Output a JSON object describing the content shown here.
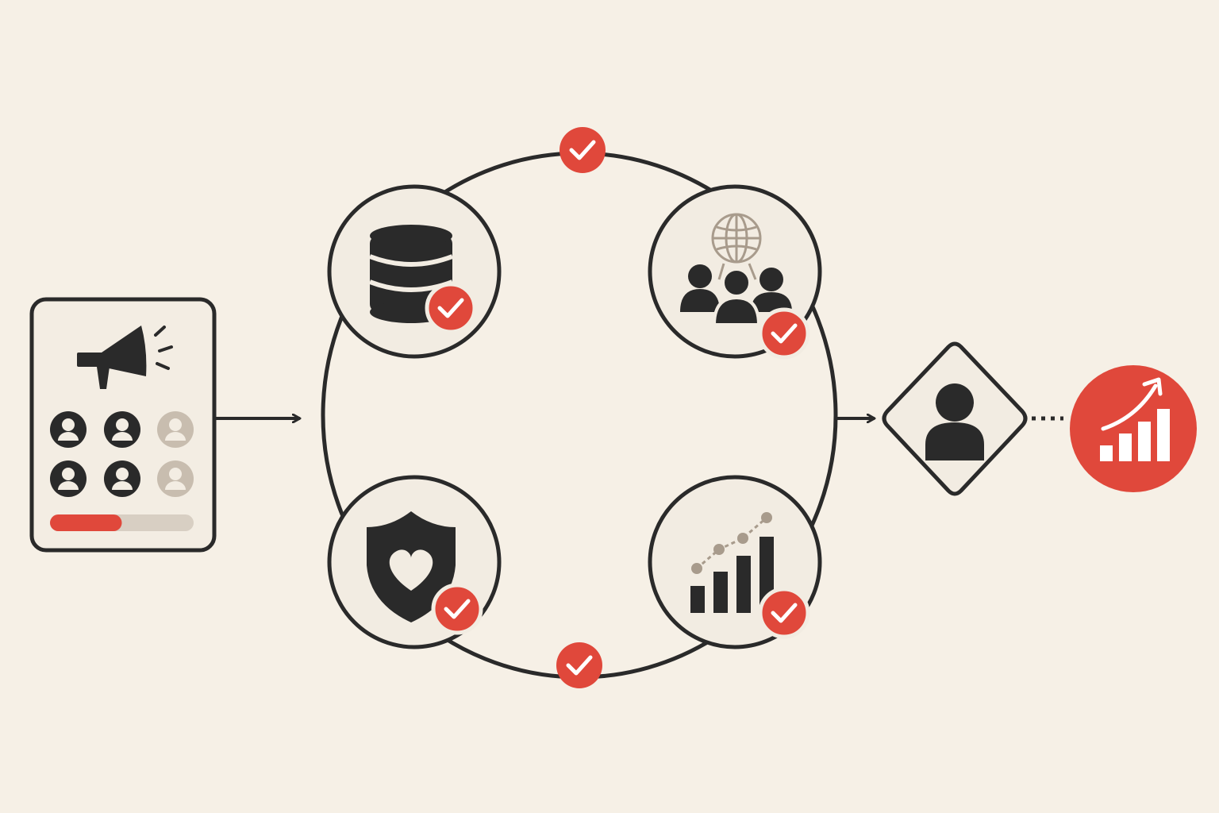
{
  "colors": {
    "background": "#f6f0e6",
    "ink": "#2a2a2a",
    "accent_red": "#e0483b",
    "muted_beige": "#c8bdaf",
    "panel_fill": "#f3ede3",
    "node_fill": "#f2ece2"
  },
  "source_panel": {
    "icon": "megaphone-icon",
    "audience_avatars": [
      {
        "state": "active"
      },
      {
        "state": "active"
      },
      {
        "state": "inactive"
      },
      {
        "state": "active"
      },
      {
        "state": "active"
      },
      {
        "state": "inactive"
      }
    ],
    "progress": 0.5
  },
  "cycle_nodes": [
    {
      "icon": "database-icon",
      "verified": true
    },
    {
      "icon": "global-community-icon",
      "verified": true
    },
    {
      "icon": "shield-heart-icon",
      "verified": true
    },
    {
      "icon": "growth-chart-icon",
      "verified": true
    }
  ],
  "cycle_checkpoints": [
    {
      "icon": "check-badge-icon",
      "position": "top"
    },
    {
      "icon": "check-badge-icon",
      "position": "bottom"
    }
  ],
  "decision_node": {
    "icon": "user-icon",
    "shape": "diamond"
  },
  "outcome_node": {
    "icon": "trend-up-chart-icon"
  }
}
